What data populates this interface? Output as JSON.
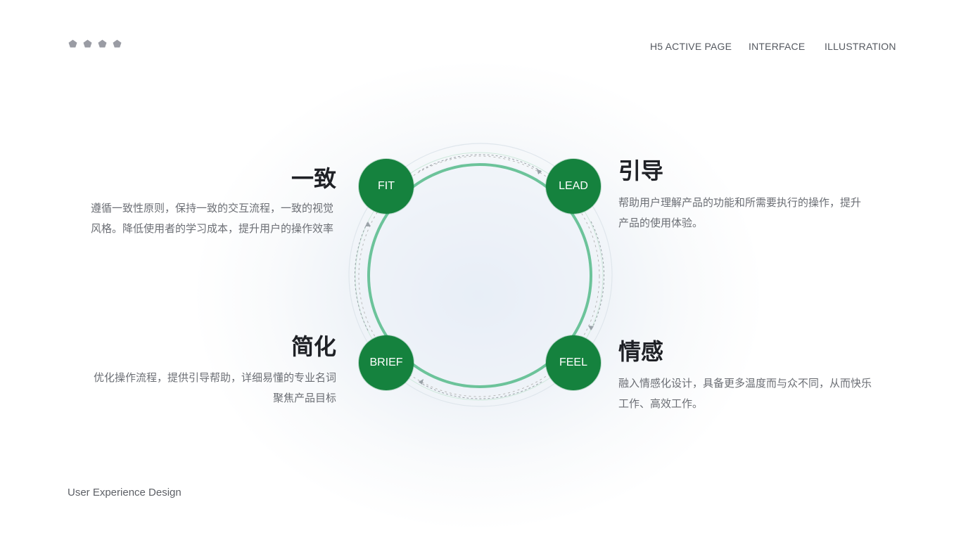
{
  "header": {
    "decoration": "four-pentagon-dots",
    "nav": [
      {
        "label": "H5 ACTIVE PAGE"
      },
      {
        "label": "INTERFACE"
      },
      {
        "label": "ILLUSTRATION"
      }
    ]
  },
  "diagram": {
    "accent_color": "#15823e",
    "ring_color": "#6cc39a",
    "nodes": {
      "fit": {
        "label": "FIT"
      },
      "lead": {
        "label": "LEAD"
      },
      "brief": {
        "label": "BRIEF"
      },
      "feel": {
        "label": "FEEL"
      }
    }
  },
  "sections": {
    "fit": {
      "title": "一致",
      "lines": [
        "遵循一致性原则，保持一致的交互流程，一致的视觉",
        "风格。降低使用者的学习成本，提升用户的操作效率"
      ]
    },
    "lead": {
      "title": "引导",
      "lines": [
        "帮助用户理解产品的功能和所需要执行的操作，提升",
        "产品的使用体验。"
      ]
    },
    "brief": {
      "title": "简化",
      "lines": [
        "优化操作流程，提供引导帮助，详细易懂的专业名词",
        "聚焦产品目标"
      ]
    },
    "feel": {
      "title": "情感",
      "lines": [
        "融入情感化设计，具备更多温度而与众不同，从而快乐",
        "工作、高效工作。"
      ]
    }
  },
  "footer": {
    "text": "User Experience Design"
  }
}
